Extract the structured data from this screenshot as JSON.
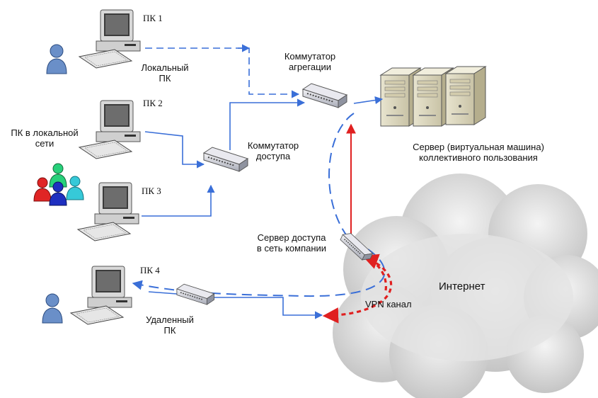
{
  "labels": {
    "pc1": "ПК 1",
    "pc2": "ПК 2",
    "pc3": "ПК 3",
    "pc4": "ПК 4",
    "local_pc_line1": "Локальный",
    "local_pc_line2": "ПК",
    "lan_pc_line1": "ПК в локальной",
    "lan_pc_line2": "сети",
    "agg_switch_line1": "Коммутатор",
    "agg_switch_line2": "агрегации",
    "access_switch_line1": "Коммутатор",
    "access_switch_line2": "доступа",
    "server_line1": "Сервер (виртуальная машина)",
    "server_line2": "коллективного пользования",
    "access_server_line1": "Сервер доступа",
    "access_server_line2": "в сеть компании",
    "internet": "Интернет",
    "vpn": "VPN канал",
    "remote_pc_line1": "Удаленный",
    "remote_pc_line2": "ПК"
  },
  "colors": {
    "lan_link": "#3a6fd8",
    "vpn_tunnel": "#e02020",
    "uplink": "#e02020",
    "cloud": "#d9d9d9"
  },
  "icons": [
    "computer-icon",
    "user-icon",
    "user-group-icon",
    "switch-icon",
    "server-icon",
    "cloud-icon"
  ]
}
